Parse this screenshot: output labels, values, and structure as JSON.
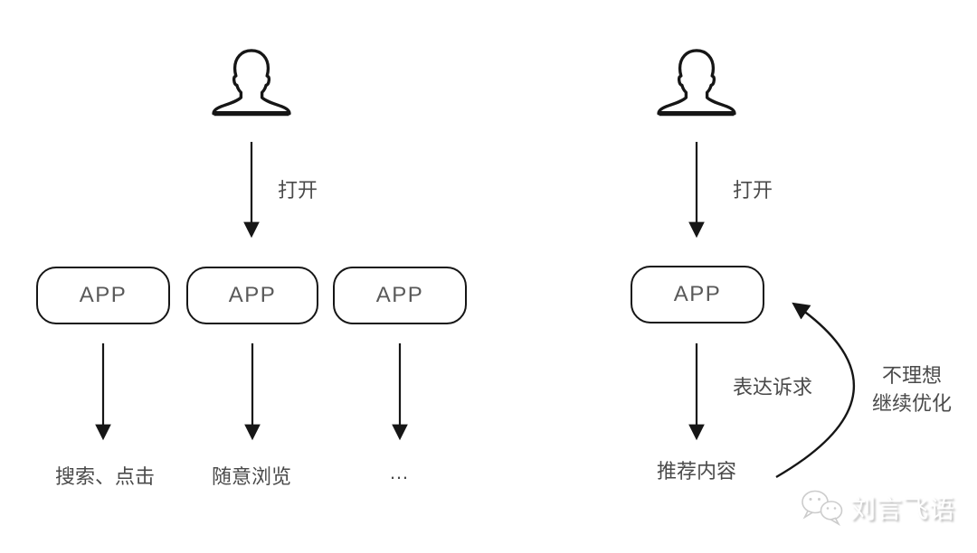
{
  "colors": {
    "line": "#161616",
    "label_text": "#4a4a4a",
    "app_text": "#595959",
    "watermark_text": "#ffffff"
  },
  "icons": {
    "user": "user-silhouette-icon",
    "watermark_logo": "wechat-chat-bubbles-icon"
  },
  "left_flow": {
    "open_label": "打开",
    "app_boxes": [
      "APP",
      "APP",
      "APP"
    ],
    "outcome_labels": [
      "搜索、点击",
      "随意浏览",
      "…"
    ]
  },
  "right_flow": {
    "open_label": "打开",
    "app_box": "APP",
    "action_label": "表达诉求",
    "result_label": "推荐内容",
    "feedback_lines": [
      "不理想",
      "继续优化"
    ]
  },
  "watermark": {
    "text": "刘言飞语"
  }
}
